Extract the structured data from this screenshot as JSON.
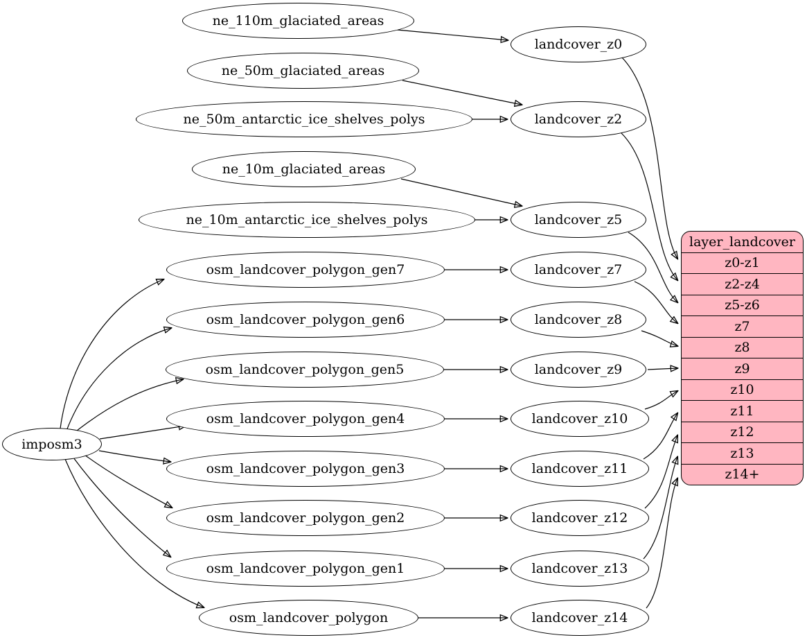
{
  "diagram_type": "graphviz-flow",
  "colors": {
    "background": "#ffffff",
    "node_fill": "#ffffff",
    "node_stroke": "#000000",
    "edge": "#000000",
    "record_fill": "#ffb6c1",
    "text": "#000000"
  },
  "importer": {
    "label": "imposm3"
  },
  "sources": [
    "ne_110m_glaciated_areas",
    "ne_50m_glaciated_areas",
    "ne_50m_antarctic_ice_shelves_polys",
    "ne_10m_glaciated_areas",
    "ne_10m_antarctic_ice_shelves_polys",
    "osm_landcover_polygon_gen7",
    "osm_landcover_polygon_gen6",
    "osm_landcover_polygon_gen5",
    "osm_landcover_polygon_gen4",
    "osm_landcover_polygon_gen3",
    "osm_landcover_polygon_gen2",
    "osm_landcover_polygon_gen1",
    "osm_landcover_polygon"
  ],
  "intermediates": [
    "landcover_z0",
    "landcover_z2",
    "landcover_z5",
    "landcover_z7",
    "landcover_z8",
    "landcover_z9",
    "landcover_z10",
    "landcover_z11",
    "landcover_z12",
    "landcover_z13",
    "landcover_z14"
  ],
  "record": {
    "title": "layer_landcover",
    "rows": [
      "z0-z1",
      "z2-z4",
      "z5-z6",
      "z7",
      "z8",
      "z9",
      "z10",
      "z11",
      "z12",
      "z13",
      "z14+"
    ]
  },
  "edges": [
    {
      "from": "imposm3",
      "to": "osm_landcover_polygon_gen7"
    },
    {
      "from": "imposm3",
      "to": "osm_landcover_polygon_gen6"
    },
    {
      "from": "imposm3",
      "to": "osm_landcover_polygon_gen5"
    },
    {
      "from": "imposm3",
      "to": "osm_landcover_polygon_gen4"
    },
    {
      "from": "imposm3",
      "to": "osm_landcover_polygon_gen3"
    },
    {
      "from": "imposm3",
      "to": "osm_landcover_polygon_gen2"
    },
    {
      "from": "imposm3",
      "to": "osm_landcover_polygon_gen1"
    },
    {
      "from": "imposm3",
      "to": "osm_landcover_polygon"
    },
    {
      "from": "ne_110m_glaciated_areas",
      "to": "landcover_z0"
    },
    {
      "from": "ne_50m_glaciated_areas",
      "to": "landcover_z2"
    },
    {
      "from": "ne_50m_antarctic_ice_shelves_polys",
      "to": "landcover_z2"
    },
    {
      "from": "ne_10m_glaciated_areas",
      "to": "landcover_z5"
    },
    {
      "from": "ne_10m_antarctic_ice_shelves_polys",
      "to": "landcover_z5"
    },
    {
      "from": "osm_landcover_polygon_gen7",
      "to": "landcover_z7"
    },
    {
      "from": "osm_landcover_polygon_gen6",
      "to": "landcover_z8"
    },
    {
      "from": "osm_landcover_polygon_gen5",
      "to": "landcover_z9"
    },
    {
      "from": "osm_landcover_polygon_gen4",
      "to": "landcover_z10"
    },
    {
      "from": "osm_landcover_polygon_gen3",
      "to": "landcover_z11"
    },
    {
      "from": "osm_landcover_polygon_gen2",
      "to": "landcover_z12"
    },
    {
      "from": "osm_landcover_polygon_gen1",
      "to": "landcover_z13"
    },
    {
      "from": "osm_landcover_polygon",
      "to": "landcover_z14"
    },
    {
      "from": "landcover_z0",
      "to": "layer_landcover:z0-z1"
    },
    {
      "from": "landcover_z2",
      "to": "layer_landcover:z2-z4"
    },
    {
      "from": "landcover_z5",
      "to": "layer_landcover:z5-z6"
    },
    {
      "from": "landcover_z7",
      "to": "layer_landcover:z7"
    },
    {
      "from": "landcover_z8",
      "to": "layer_landcover:z8"
    },
    {
      "from": "landcover_z9",
      "to": "layer_landcover:z9"
    },
    {
      "from": "landcover_z10",
      "to": "layer_landcover:z10"
    },
    {
      "from": "landcover_z11",
      "to": "layer_landcover:z11"
    },
    {
      "from": "landcover_z12",
      "to": "layer_landcover:z12"
    },
    {
      "from": "landcover_z13",
      "to": "layer_landcover:z13"
    },
    {
      "from": "landcover_z14",
      "to": "layer_landcover:z14+"
    }
  ]
}
